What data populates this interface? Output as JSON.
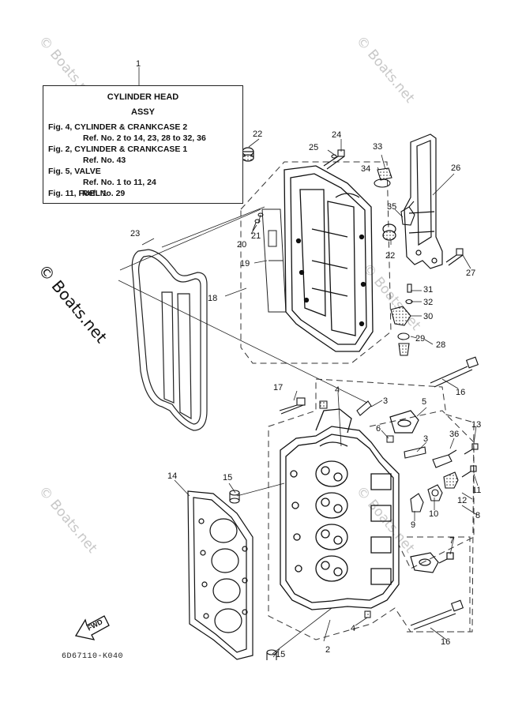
{
  "info_box": {
    "ref_number": "1",
    "title_line1": "CYLINDER HEAD",
    "title_line2": "ASSY",
    "lines": [
      "Fig. 4, CYLINDER & CRANKCASE 2",
      "Ref. No. 2 to 14, 23, 28 to 32, 36",
      "Fig. 2, CYLINDER & CRANKCASE 1",
      "Ref. No. 43",
      "Fig. 5, VALVE",
      "Ref. No. 1 to 11, 24",
      "Fig. 11, FUEL 1",
      "Ref. No. 29"
    ]
  },
  "watermark": "© Boats.net",
  "part_labels": [
    "2",
    "2",
    "3",
    "3",
    "4",
    "4",
    "5",
    "6",
    "7",
    "8",
    "9",
    "10",
    "11",
    "12",
    "13",
    "14",
    "15",
    "15",
    "16",
    "16",
    "17",
    "18",
    "19",
    "20",
    "21",
    "22",
    "22",
    "23",
    "24",
    "25",
    "26",
    "27",
    "28",
    "29",
    "29",
    "30",
    "31",
    "32",
    "33",
    "34",
    "35",
    "36"
  ],
  "fwd_label": "FWD",
  "drawing_code": "6D67110-K040"
}
